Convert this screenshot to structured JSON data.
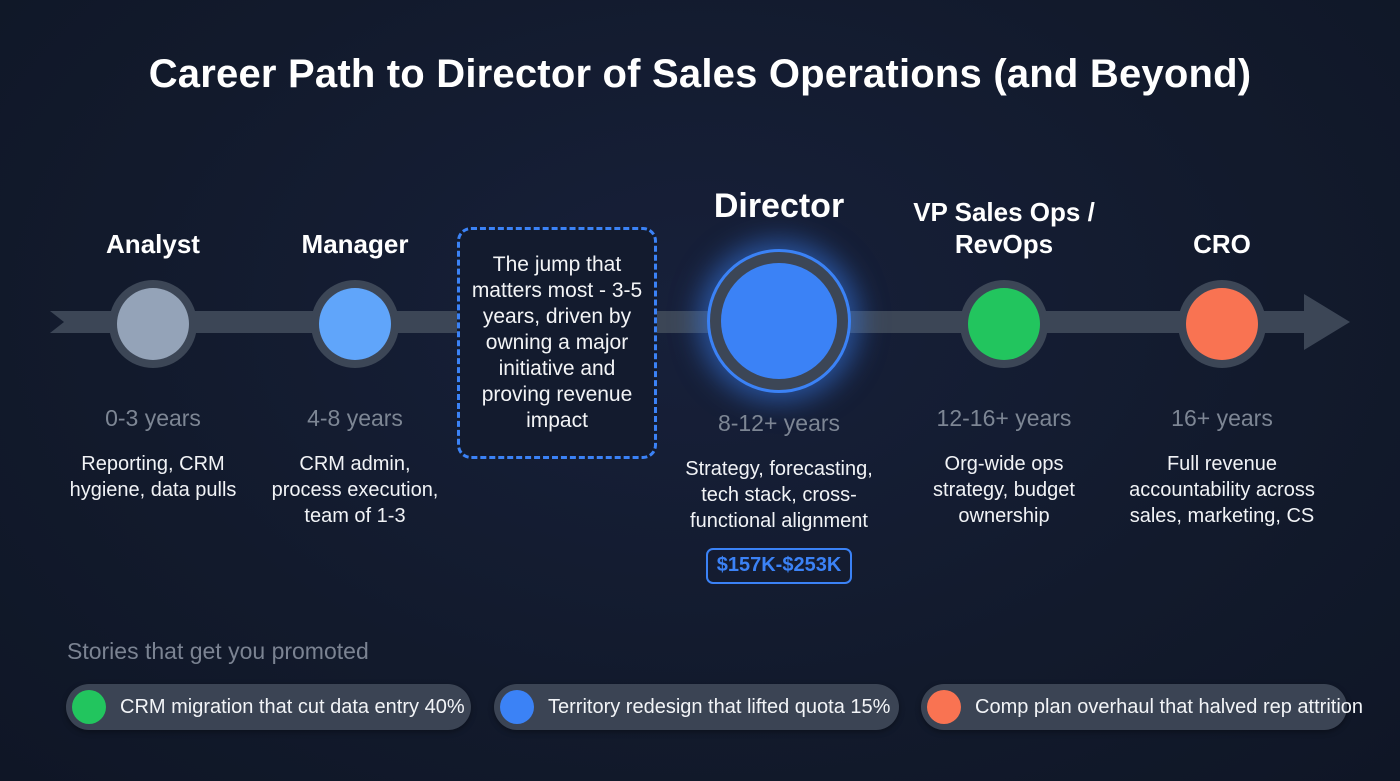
{
  "title": "Career Path to Director of Sales Operations (and Beyond)",
  "colors": {
    "background": "#131b2e",
    "track": "#3c4656",
    "analyst": "#94a3b8",
    "manager": "#60a5fa",
    "director": "#3b82f6",
    "vp": "#22c55e",
    "cro": "#f97352",
    "muted_text": "#7d8694"
  },
  "stages": [
    {
      "label": "Analyst",
      "years": "0-3 years",
      "description": "Reporting, CRM hygiene, data pulls"
    },
    {
      "label": "Manager",
      "years": "4-8 years",
      "description": "CRM admin, process execution, team of 1-3"
    },
    {
      "label": "Director",
      "years": "8-12+ years",
      "description": "Strategy, forecasting, tech stack, cross-functional alignment",
      "salary": "$157K-$253K"
    },
    {
      "label_line1": "VP Sales Ops /",
      "label_line2": "RevOps",
      "years": "12-16+ years",
      "description": "Org-wide ops strategy, budget ownership"
    },
    {
      "label": "CRO",
      "years": "16+ years",
      "description": "Full revenue accountability across sales, marketing, CS"
    }
  ],
  "callout": {
    "text": "The jump that matters most - 3-5 years, driven by owning a major initiative and proving revenue impact"
  },
  "stories": {
    "heading": "Stories that get you promoted",
    "items": [
      {
        "text": "CRM migration that cut data entry 40%",
        "color": "#22c55e"
      },
      {
        "text": "Territory redesign that lifted quota 15%",
        "color": "#3b82f6"
      },
      {
        "text": "Comp plan overhaul that halved rep attrition",
        "color": "#f97352"
      }
    ]
  }
}
